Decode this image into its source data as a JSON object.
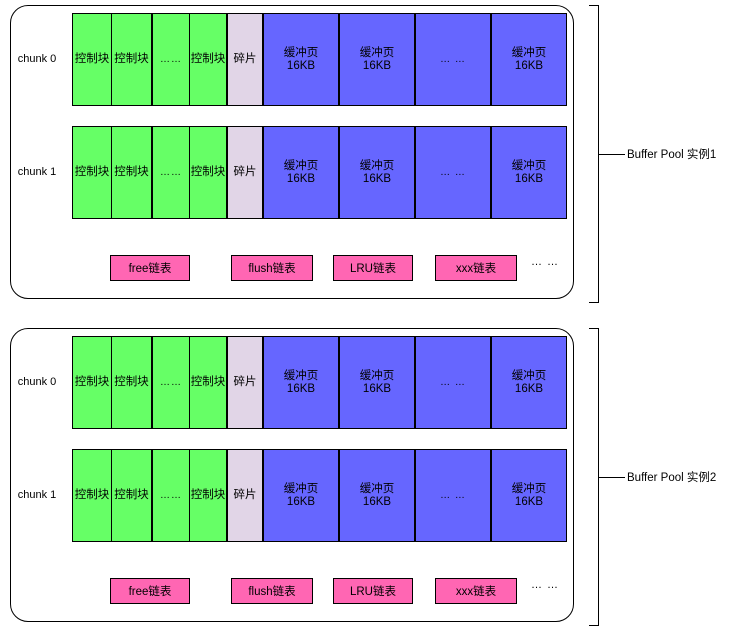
{
  "pools": [
    {
      "label": "Buffer Pool 实例1",
      "chunks": [
        {
          "label": "chunk 0",
          "cells": [
            "控制块",
            "控制块",
            "……",
            "控制块",
            "碎片",
            "缓冲页\n16KB",
            "缓冲页\n16KB",
            "… …",
            "缓冲页\n16KB"
          ]
        },
        {
          "label": "chunk 1",
          "cells": [
            "控制块",
            "控制块",
            "……",
            "控制块",
            "碎片",
            "缓冲页\n16KB",
            "缓冲页\n16KB",
            "… …",
            "缓冲页\n16KB"
          ]
        }
      ],
      "lists": [
        "free链表",
        "flush链表",
        "LRU链表",
        "xxx链表"
      ],
      "more": "… …"
    },
    {
      "label": "Buffer Pool 实例2",
      "chunks": [
        {
          "label": "chunk 0",
          "cells": [
            "控制块",
            "控制块",
            "……",
            "控制块",
            "碎片",
            "缓冲页\n16KB",
            "缓冲页\n16KB",
            "… …",
            "缓冲页\n16KB"
          ]
        },
        {
          "label": "chunk 1",
          "cells": [
            "控制块",
            "控制块",
            "……",
            "控制块",
            "碎片",
            "缓冲页\n16KB",
            "缓冲页\n16KB",
            "… …",
            "缓冲页\n16KB"
          ]
        }
      ],
      "lists": [
        "free链表",
        "flush链表",
        "LRU链表",
        "xxx链表"
      ],
      "more": "… …"
    }
  ],
  "colors": {
    "control_block": "#66ff66",
    "fragment": "#e1d5e7",
    "buffer_page": "#6666ff",
    "list": "#ff66b3"
  }
}
